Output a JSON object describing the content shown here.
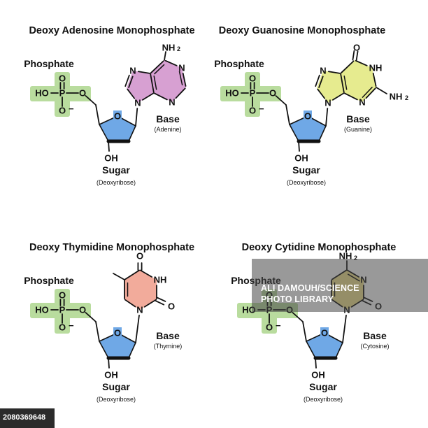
{
  "panels": [
    {
      "title": "Deoxy Adenosine Monophosphate",
      "phosphate_label": "Phosphate",
      "sugar_label": "Sugar",
      "sugar_sub": "(Deoxyribose)",
      "base_label": "Base",
      "base_sub": "(Adenine)",
      "base_color": "#d7a0d2",
      "base_type": "adenine"
    },
    {
      "title": "Deoxy Guanosine Monophosphate",
      "phosphate_label": "Phosphate",
      "sugar_label": "Sugar",
      "sugar_sub": "(Deoxyribose)",
      "base_label": "Base",
      "base_sub": "(Guanine)",
      "base_color": "#e6eb8f",
      "base_type": "guanine"
    },
    {
      "title": "Deoxy Thymidine Monophosphate",
      "phosphate_label": "Phosphate",
      "sugar_label": "Sugar",
      "sugar_sub": "(Deoxyribose)",
      "base_label": "Base",
      "base_sub": "(Thymine)",
      "base_color": "#f2ab9b",
      "base_type": "thymine"
    },
    {
      "title": "Deoxy Cytidine Monophosphate",
      "phosphate_label": "Phosphate",
      "sugar_label": "Sugar",
      "sugar_sub": "(Deoxyribose)",
      "base_label": "Base",
      "base_sub": "(Cytosine)",
      "base_color": "#f6e690",
      "base_type": "cytosine"
    }
  ],
  "atoms": {
    "HO": "HO",
    "P": "P",
    "O": "O",
    "O_minus": "O",
    "minus": "−",
    "OH": "OH",
    "N": "N",
    "NH": "NH",
    "NH2": "NH",
    "sub2": "2"
  },
  "colors": {
    "phosphate": "#b9dc9e",
    "sugar": "#6fa8e6"
  },
  "watermark": {
    "line1": "ALI DAMOUH/SCIENCE",
    "line2": "PHOTO LIBRARY"
  },
  "image_id": "2080369648"
}
